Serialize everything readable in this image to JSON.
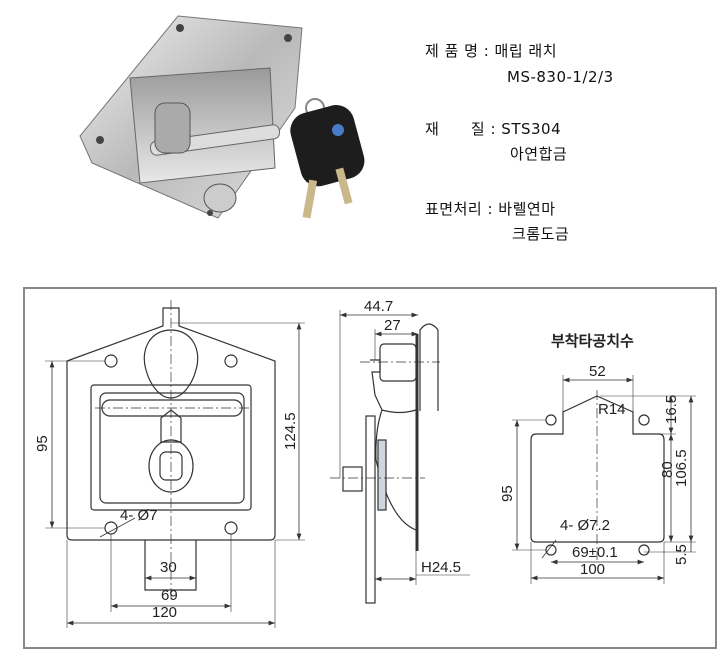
{
  "spec": {
    "name_label": "제 품 명 : 매립 래치",
    "model": "MS-830-1/2/3",
    "material_label": "재      질 : STS304",
    "material_2": "아연합금",
    "finish_label": "표면처리 : 바렐연마",
    "finish_2": "크롬도금"
  },
  "drawing": {
    "front": {
      "w95": "95",
      "h124_5": "124.5",
      "w30": "30",
      "w69": "69",
      "w120": "120",
      "holes": "4- Ø7"
    },
    "side": {
      "d44_7": "44.7",
      "d27": "27",
      "h24_5": "H24.5"
    },
    "cutout": {
      "title": "부착타공치수",
      "d52": "52",
      "r14": "R14",
      "d16_5": "16.5",
      "d80": "80",
      "d106_5": "106.5",
      "d95": "95",
      "holes": "4- Ø7.2",
      "d69": "69±0.1",
      "d100": "100",
      "d5_5": "5.5"
    }
  }
}
